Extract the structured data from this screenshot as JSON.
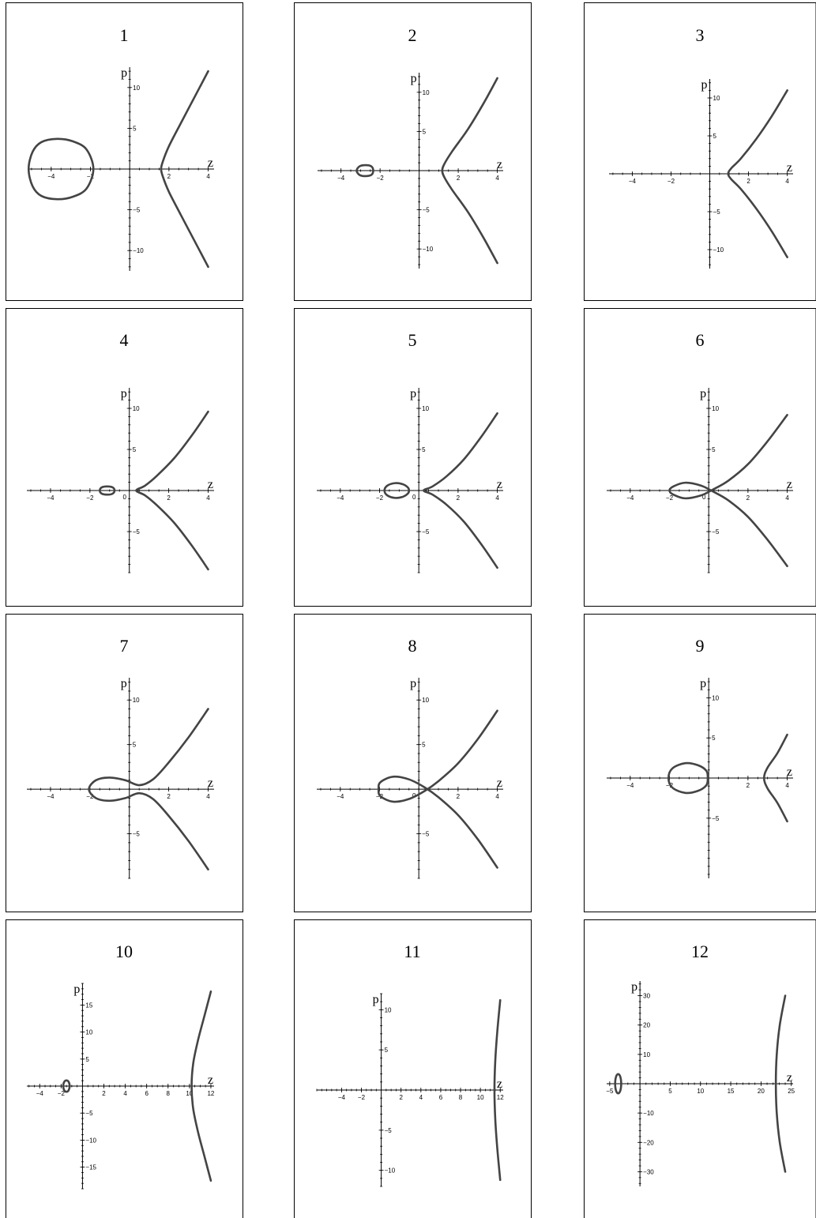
{
  "chart_data": [
    {
      "type": "line",
      "title": "1",
      "xlabel": "z",
      "ylabel": "p",
      "xlim": [
        -5.2,
        4.3
      ],
      "ylim": [
        -12.5,
        12.5
      ],
      "xticks": [
        -4,
        -2,
        2,
        4
      ],
      "yticks": [
        10,
        5,
        -5,
        -10
      ],
      "curves": [
        {
          "closed": true,
          "points": [
            [
              -5.15,
              0
            ],
            [
              -4.95,
              2.1
            ],
            [
              -4.5,
              3.3
            ],
            [
              -3.7,
              3.7
            ],
            [
              -2.9,
              3.4
            ],
            [
              -2.2,
              2.4
            ],
            [
              -1.85,
              0
            ],
            [
              -2.2,
              -2.4
            ],
            [
              -2.9,
              -3.4
            ],
            [
              -3.7,
              -3.7
            ],
            [
              -4.5,
              -3.3
            ],
            [
              -4.95,
              -2.1
            ]
          ]
        },
        {
          "closed": false,
          "points": [
            [
              4,
              12
            ],
            [
              3.3,
              8.8
            ],
            [
              2.6,
              5.6
            ],
            [
              2.0,
              2.8
            ],
            [
              1.7,
              1.0
            ],
            [
              1.6,
              0
            ],
            [
              1.7,
              -1.0
            ],
            [
              2.0,
              -2.8
            ],
            [
              2.6,
              -5.6
            ],
            [
              3.3,
              -8.8
            ],
            [
              4,
              -12
            ]
          ]
        }
      ]
    },
    {
      "type": "line",
      "title": "2",
      "xlabel": "z",
      "ylabel": "p",
      "xlim": [
        -5.2,
        4.3
      ],
      "ylim": [
        -12.5,
        12.5
      ],
      "xticks": [
        -4,
        -2,
        2,
        4
      ],
      "yticks": [
        10,
        5,
        -5,
        -10
      ],
      "curves": [
        {
          "closed": true,
          "points": [
            [
              -3.2,
              0
            ],
            [
              -3.05,
              0.55
            ],
            [
              -2.75,
              0.7
            ],
            [
              -2.45,
              0.55
            ],
            [
              -2.35,
              0
            ],
            [
              -2.45,
              -0.55
            ],
            [
              -2.75,
              -0.7
            ],
            [
              -3.05,
              -0.55
            ]
          ]
        },
        {
          "closed": false,
          "points": [
            [
              4,
              11.8
            ],
            [
              3.3,
              8.6
            ],
            [
              2.5,
              5.3
            ],
            [
              1.7,
              2.5
            ],
            [
              1.3,
              0.9
            ],
            [
              1.18,
              0
            ],
            [
              1.3,
              -0.9
            ],
            [
              1.7,
              -2.5
            ],
            [
              2.5,
              -5.3
            ],
            [
              3.3,
              -8.6
            ],
            [
              4,
              -11.8
            ]
          ]
        }
      ]
    },
    {
      "type": "line",
      "title": "3",
      "xlabel": "z",
      "ylabel": "p",
      "xlim": [
        -5.2,
        4.3
      ],
      "ylim": [
        -12.5,
        12.5
      ],
      "xticks": [
        -4,
        -2,
        2,
        4
      ],
      "yticks": [
        10,
        5,
        -5,
        -10
      ],
      "curves": [
        {
          "closed": false,
          "points": [
            [
              4,
              11
            ],
            [
              3.2,
              7.6
            ],
            [
              2.4,
              4.6
            ],
            [
              1.6,
              2.0
            ],
            [
              1.1,
              0.7
            ],
            [
              0.95,
              0
            ],
            [
              1.1,
              -0.7
            ],
            [
              1.6,
              -2.0
            ],
            [
              2.4,
              -4.6
            ],
            [
              3.2,
              -7.6
            ],
            [
              4,
              -11
            ]
          ]
        }
      ]
    },
    {
      "type": "line",
      "title": "4",
      "xlabel": "z",
      "ylabel": "p",
      "xlim": [
        -5.2,
        4.3
      ],
      "ylim": [
        -10,
        12.5
      ],
      "xticks": [
        -4,
        -2,
        2,
        4
      ],
      "yticks": [
        10,
        5,
        -5
      ],
      "extra_tick_labels": [
        "0"
      ],
      "curves": [
        {
          "closed": true,
          "points": [
            [
              -1.5,
              0
            ],
            [
              -1.4,
              0.38
            ],
            [
              -1.12,
              0.5
            ],
            [
              -0.85,
              0.38
            ],
            [
              -0.75,
              0
            ],
            [
              -0.85,
              -0.38
            ],
            [
              -1.12,
              -0.5
            ],
            [
              -1.4,
              -0.38
            ]
          ]
        },
        {
          "closed": false,
          "points": [
            [
              4,
              9.6
            ],
            [
              3.2,
              6.8
            ],
            [
              2.3,
              4.0
            ],
            [
              1.4,
              1.8
            ],
            [
              0.8,
              0.6
            ],
            [
              0.35,
              0
            ],
            [
              0.8,
              -0.6
            ],
            [
              1.4,
              -1.8
            ],
            [
              2.3,
              -4.0
            ],
            [
              3.2,
              -6.8
            ],
            [
              4,
              -9.6
            ]
          ]
        }
      ]
    },
    {
      "type": "line",
      "title": "5",
      "xlabel": "z",
      "ylabel": "p",
      "xlim": [
        -5.2,
        4.3
      ],
      "ylim": [
        -10,
        12.5
      ],
      "xticks": [
        -4,
        -2,
        2,
        4
      ],
      "yticks": [
        10,
        5,
        -5
      ],
      "extra_tick_labels": [
        "0"
      ],
      "curves": [
        {
          "closed": true,
          "points": [
            [
              -1.75,
              0
            ],
            [
              -1.6,
              0.6
            ],
            [
              -1.2,
              0.9
            ],
            [
              -0.8,
              0.75
            ],
            [
              -0.55,
              0.35
            ],
            [
              -0.5,
              0
            ],
            [
              -0.55,
              -0.35
            ],
            [
              -0.8,
              -0.75
            ],
            [
              -1.2,
              -0.9
            ],
            [
              -1.6,
              -0.6
            ]
          ]
        },
        {
          "closed": false,
          "points": [
            [
              4,
              9.4
            ],
            [
              3.2,
              6.6
            ],
            [
              2.3,
              3.8
            ],
            [
              1.4,
              1.7
            ],
            [
              0.7,
              0.5
            ],
            [
              0.25,
              0
            ],
            [
              0.7,
              -0.5
            ],
            [
              1.4,
              -1.7
            ],
            [
              2.3,
              -3.8
            ],
            [
              3.2,
              -6.6
            ],
            [
              4,
              -9.4
            ]
          ]
        }
      ]
    },
    {
      "type": "line",
      "title": "6",
      "xlabel": "z",
      "ylabel": "p",
      "xlim": [
        -5.2,
        4.3
      ],
      "ylim": [
        -10,
        12.5
      ],
      "xticks": [
        -4,
        -2,
        2,
        4
      ],
      "yticks": [
        10,
        5,
        -5
      ],
      "extra_tick_labels": [
        "0"
      ],
      "curves": [
        {
          "closed": false,
          "points": [
            [
              4,
              9.2
            ],
            [
              3,
              6.0
            ],
            [
              2,
              3.2
            ],
            [
              1,
              1.2
            ],
            [
              0.2,
              0.1
            ],
            [
              -0.4,
              -0.6
            ],
            [
              -1.2,
              -0.95
            ],
            [
              -1.8,
              -0.5
            ],
            [
              -2,
              0
            ],
            [
              -1.8,
              0.5
            ],
            [
              -1.2,
              0.95
            ],
            [
              -0.4,
              0.6
            ],
            [
              0.2,
              -0.1
            ],
            [
              1,
              -1.2
            ],
            [
              2,
              -3.2
            ],
            [
              3,
              -6.0
            ],
            [
              4,
              -9.2
            ]
          ]
        }
      ]
    },
    {
      "type": "line",
      "title": "7",
      "xlabel": "z",
      "ylabel": "p",
      "xlim": [
        -5.2,
        4.3
      ],
      "ylim": [
        -10,
        12.5
      ],
      "xticks": [
        -4,
        -2,
        2,
        4
      ],
      "yticks": [
        10,
        5,
        -5
      ],
      "curves": [
        {
          "closed": false,
          "points": [
            [
              4,
              9
            ],
            [
              3,
              5.8
            ],
            [
              2,
              3.0
            ],
            [
              1.2,
              1.1
            ],
            [
              0.5,
              0.45
            ],
            [
              -0.2,
              1.0
            ],
            [
              -1.0,
              1.3
            ],
            [
              -1.7,
              1.0
            ],
            [
              -2.05,
              0
            ],
            [
              -1.7,
              -1.0
            ],
            [
              -1.0,
              -1.3
            ],
            [
              -0.2,
              -1.0
            ],
            [
              0.5,
              -0.45
            ],
            [
              1.2,
              -1.1
            ],
            [
              2,
              -3.0
            ],
            [
              3,
              -5.8
            ],
            [
              4,
              -9
            ]
          ]
        }
      ]
    },
    {
      "type": "line",
      "title": "8",
      "xlabel": "z",
      "ylabel": "p",
      "xlim": [
        -5.2,
        4.3
      ],
      "ylim": [
        -10,
        12.5
      ],
      "xticks": [
        -4,
        -2,
        2,
        4
      ],
      "yticks": [
        10,
        5,
        -5
      ],
      "extra_tick_labels": [
        "0"
      ],
      "curves": [
        {
          "closed": false,
          "points": [
            [
              4,
              8.8
            ],
            [
              3,
              5.6
            ],
            [
              2,
              2.9
            ],
            [
              1.0,
              0.9
            ],
            [
              0.3,
              -0.2
            ],
            [
              -0.5,
              -1.1
            ],
            [
              -1.3,
              -1.4
            ],
            [
              -1.95,
              -0.8
            ],
            [
              -2.05,
              0
            ],
            [
              -1.95,
              0.8
            ],
            [
              -1.3,
              1.4
            ],
            [
              -0.5,
              1.1
            ],
            [
              0.3,
              0.2
            ],
            [
              1.0,
              -0.9
            ],
            [
              2,
              -2.9
            ],
            [
              3,
              -5.6
            ],
            [
              4,
              -8.8
            ]
          ]
        }
      ]
    },
    {
      "type": "line",
      "title": "9",
      "xlabel": "z",
      "ylabel": "p",
      "xlim": [
        -5.2,
        4.3
      ],
      "ylim": [
        -12.5,
        12.5
      ],
      "xticks": [
        -4,
        -2,
        2,
        4
      ],
      "yticks": [
        10,
        5,
        -5
      ],
      "curves": [
        {
          "closed": true,
          "points": [
            [
              -2.05,
              0
            ],
            [
              -1.85,
              1.2
            ],
            [
              -1.2,
              1.85
            ],
            [
              -0.55,
              1.6
            ],
            [
              -0.12,
              0.9
            ],
            [
              -0.05,
              0
            ],
            [
              -0.12,
              -0.9
            ],
            [
              -0.55,
              -1.6
            ],
            [
              -1.2,
              -1.85
            ],
            [
              -1.85,
              -1.2
            ]
          ]
        },
        {
          "closed": false,
          "points": [
            [
              4,
              5.4
            ],
            [
              3.5,
              3.1
            ],
            [
              3.0,
              1.3
            ],
            [
              2.82,
              0
            ],
            [
              3.0,
              -1.3
            ],
            [
              3.5,
              -3.1
            ],
            [
              4,
              -5.4
            ]
          ]
        }
      ]
    },
    {
      "type": "line",
      "title": "10",
      "xlabel": "z",
      "ylabel": "p",
      "xlim": [
        -5.2,
        12.3
      ],
      "ylim": [
        -19,
        19
      ],
      "xticks": [
        -4,
        -2,
        2,
        4,
        6,
        8,
        10,
        12
      ],
      "yticks": [
        15,
        10,
        5,
        -5,
        -10,
        -15
      ],
      "curves": [
        {
          "closed": true,
          "points": [
            [
              -1.8,
              0
            ],
            [
              -1.7,
              0.8
            ],
            [
              -1.5,
              1.05
            ],
            [
              -1.3,
              0.8
            ],
            [
              -1.2,
              0
            ],
            [
              -1.3,
              -0.8
            ],
            [
              -1.5,
              -1.05
            ],
            [
              -1.7,
              -0.8
            ]
          ]
        },
        {
          "closed": false,
          "points": [
            [
              12,
              17.5
            ],
            [
              11.4,
              13
            ],
            [
              10.8,
              8.5
            ],
            [
              10.35,
              4.2
            ],
            [
              10.2,
              0
            ],
            [
              10.35,
              -4.2
            ],
            [
              10.8,
              -8.5
            ],
            [
              11.4,
              -13
            ],
            [
              12,
              -17.5
            ]
          ]
        }
      ]
    },
    {
      "type": "line",
      "title": "11",
      "xlabel": "z",
      "ylabel": "p",
      "xlim": [
        -6.5,
        12.3
      ],
      "ylim": [
        -12,
        12
      ],
      "xticks": [
        -4,
        -2,
        2,
        4,
        6,
        8,
        10,
        12
      ],
      "yticks": [
        10,
        5,
        -5,
        -10
      ],
      "curves": [
        {
          "closed": false,
          "points": [
            [
              12,
              11.2
            ],
            [
              11.7,
              7.2
            ],
            [
              11.5,
              3.6
            ],
            [
              11.42,
              0
            ],
            [
              11.5,
              -3.6
            ],
            [
              11.7,
              -7.2
            ],
            [
              12,
              -11.2
            ]
          ]
        }
      ]
    },
    {
      "type": "line",
      "title": "12",
      "xlabel": "z",
      "ylabel": "p",
      "xlim": [
        -5.5,
        25.3
      ],
      "ylim": [
        -35,
        35
      ],
      "xticks": [
        -5,
        5,
        10,
        15,
        20,
        25
      ],
      "yticks": [
        30,
        20,
        10,
        -10,
        -20,
        -30
      ],
      "curves": [
        {
          "closed": true,
          "points": [
            [
              -4.1,
              0
            ],
            [
              -3.95,
              2.4
            ],
            [
              -3.6,
              3.3
            ],
            [
              -3.25,
              2.4
            ],
            [
              -3.1,
              0
            ],
            [
              -3.25,
              -2.4
            ],
            [
              -3.6,
              -3.3
            ],
            [
              -3.95,
              -2.4
            ]
          ]
        },
        {
          "closed": false,
          "points": [
            [
              24,
              30
            ],
            [
              23.1,
              20
            ],
            [
              22.6,
              10
            ],
            [
              22.45,
              0
            ],
            [
              22.6,
              -10
            ],
            [
              23.1,
              -20
            ],
            [
              24,
              -30
            ]
          ]
        }
      ]
    }
  ]
}
